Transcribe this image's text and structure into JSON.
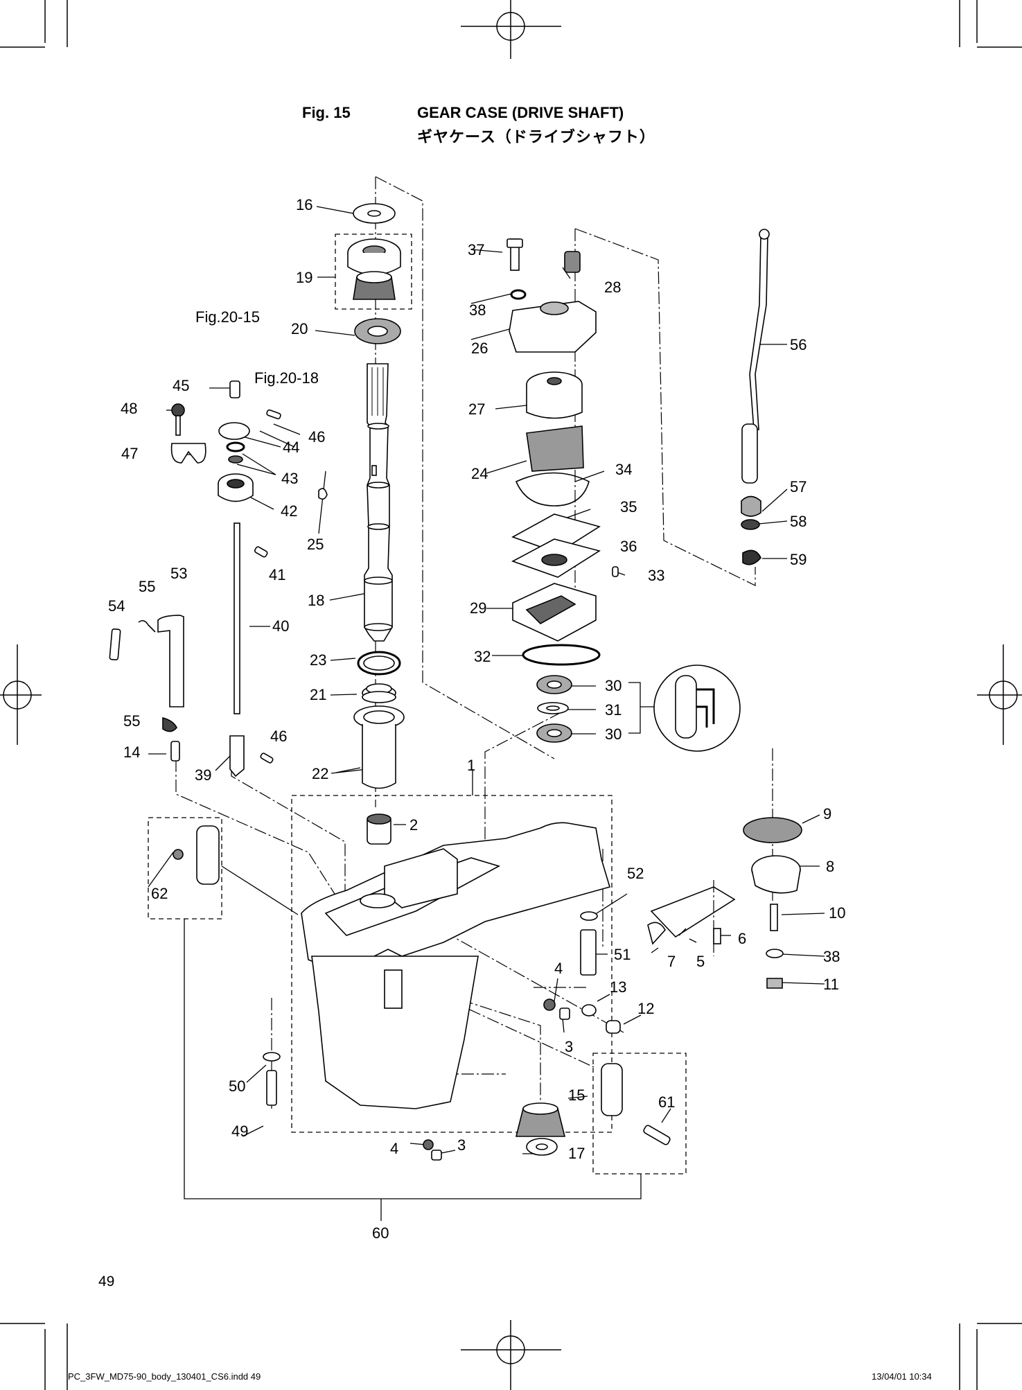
{
  "header": {
    "fig_no": "Fig. 15",
    "title_en": "GEAR CASE (DRIVE SHAFT)",
    "title_jp": "ギヤケース（ドライブシャフト）"
  },
  "page_number": "49",
  "footer": {
    "file": "PC_3FW_MD75-90_body_130401_CS6.indd   49",
    "date": "13/04/01   10:34"
  },
  "callouts": {
    "c16": "16",
    "c19": "19",
    "fig2015": "Fig.20-15",
    "c20": "20",
    "c45": "45",
    "fig2018": "Fig.20-18",
    "c48": "48",
    "c46a": "46",
    "c44": "44",
    "c47": "47",
    "c43": "43",
    "c42": "42",
    "c25": "25",
    "c53": "53",
    "c55a": "55",
    "c41": "41",
    "c54": "54",
    "c18": "18",
    "c40": "40",
    "c23": "23",
    "c21": "21",
    "c55b": "55",
    "c46b": "46",
    "c14": "14",
    "c39": "39",
    "c22": "22",
    "c1": "1",
    "c2": "2",
    "c62": "62",
    "c37": "37",
    "c28": "28",
    "c38a": "38",
    "c26": "26",
    "c56": "56",
    "c27": "27",
    "c24": "24",
    "c34": "34",
    "c57": "57",
    "c35": "35",
    "c58": "58",
    "c36": "36",
    "c59": "59",
    "c33": "33",
    "c29": "29",
    "c32": "32",
    "c30a": "30",
    "c31": "31",
    "c30b": "30",
    "c9": "9",
    "c8": "8",
    "c52": "52",
    "c10": "10",
    "c6": "6",
    "c51": "51",
    "c7": "7",
    "c5": "5",
    "c38b": "38",
    "c11": "11",
    "c4a": "4",
    "c13": "13",
    "c12": "12",
    "c3a": "3",
    "c15": "15",
    "c61": "61",
    "c50": "50",
    "c49": "49",
    "c4b": "4",
    "c3b": "3",
    "c17": "17",
    "c60": "60"
  }
}
